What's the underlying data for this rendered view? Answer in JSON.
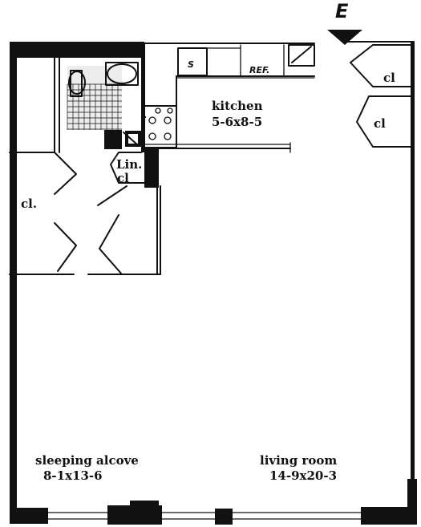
{
  "compass": {
    "label": "E"
  },
  "kitchen": {
    "name": "kitchen",
    "dims": "5-6x8-5"
  },
  "appliances": {
    "sink": "S",
    "refrigerator": "REF."
  },
  "closets": {
    "entry_top": "cl",
    "entry_bottom": "cl",
    "bedroom": "cl.",
    "linen_line1": "Lin.",
    "linen_line2": "cl"
  },
  "sleeping_alcove": {
    "name": "sleeping alcove",
    "dims": "8-1x13-6"
  },
  "living_room": {
    "name": "living room",
    "dims": "14-9x20-3"
  }
}
